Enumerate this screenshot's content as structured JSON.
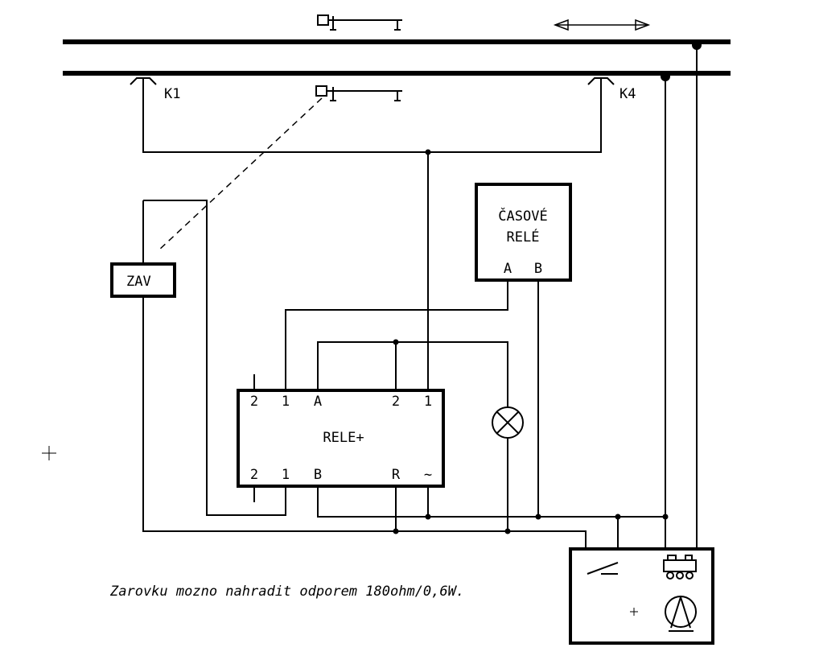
{
  "diagram": {
    "labels": {
      "k1": "K1",
      "k4": "K4",
      "zav": "ZAV",
      "timer_line1": "ČASOVÉ",
      "timer_line2": "RELÉ",
      "timer_a": "A",
      "timer_b": "B",
      "relay_name": "RELE+",
      "relay_top_2": "2",
      "relay_top_1": "1",
      "relay_top_a": "A",
      "relay_top_2b": "2",
      "relay_top_1b": "1",
      "relay_bot_2": "2",
      "relay_bot_1": "1",
      "relay_bot_b": "B",
      "relay_bot_r": "R",
      "relay_bot_ac": "~"
    },
    "note": "Zarovku mozno nahradit odporem 180ohm/0,6W."
  }
}
